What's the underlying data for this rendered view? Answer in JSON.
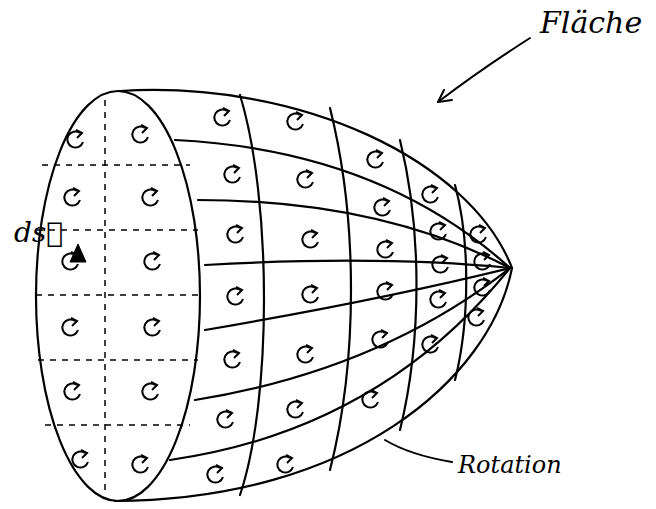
{
  "diagram": {
    "labels": [
      "Fläche",
      "Rotation",
      "ds⃗"
    ]
  }
}
